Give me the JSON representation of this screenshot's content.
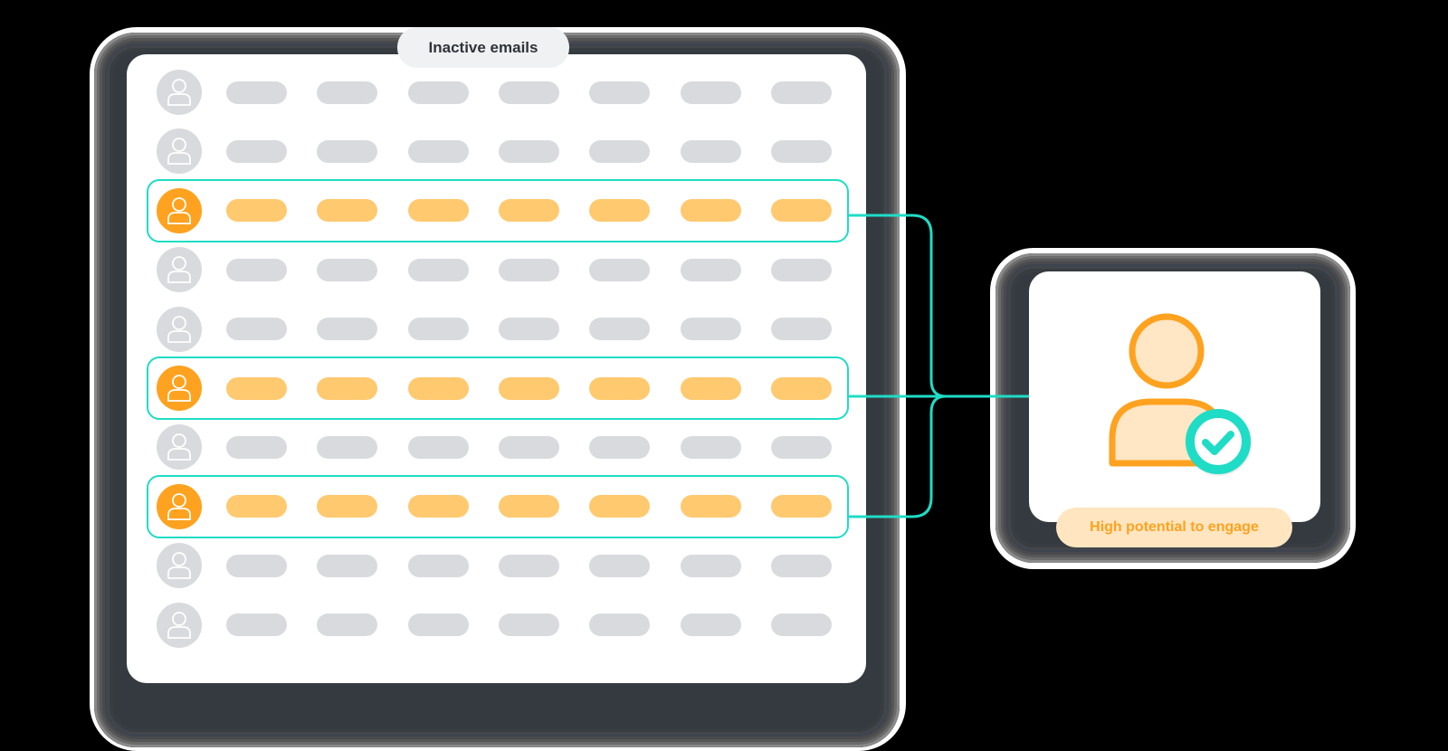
{
  "left_panel": {
    "title": "Inactive emails",
    "rows": [
      {
        "highlighted": false,
        "pill_count": 7
      },
      {
        "highlighted": false,
        "pill_count": 7
      },
      {
        "highlighted": true,
        "pill_count": 7
      },
      {
        "highlighted": false,
        "pill_count": 7
      },
      {
        "highlighted": false,
        "pill_count": 7
      },
      {
        "highlighted": true,
        "pill_count": 7
      },
      {
        "highlighted": false,
        "pill_count": 7
      },
      {
        "highlighted": true,
        "pill_count": 7
      },
      {
        "highlighted": false,
        "pill_count": 7
      },
      {
        "highlighted": false,
        "pill_count": 7
      }
    ]
  },
  "right_panel": {
    "icon": "user-check-icon",
    "badge_label": "High potential to engage"
  },
  "colors": {
    "accent_teal": "#1fdcc6",
    "orange": "#ffa21f",
    "orange_light": "#ffc96f",
    "orange_pale": "#ffe5c0",
    "gray_placeholder": "#d9dadd",
    "frame_dark": "#343a40",
    "text_dark": "#2f333a"
  }
}
